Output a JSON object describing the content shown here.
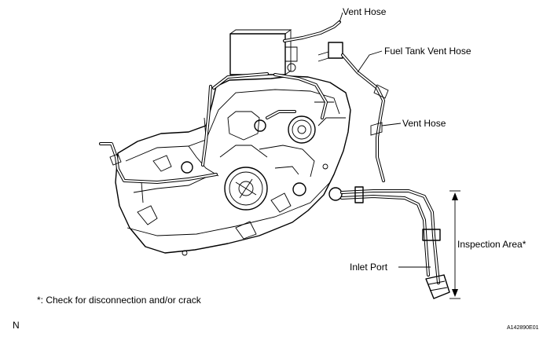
{
  "labels": {
    "vent_hose_top": "Vent Hose",
    "fuel_tank_vent_hose": "Fuel Tank Vent Hose",
    "vent_hose_right": "Vent Hose",
    "inspection_area": "Inspection Area*",
    "inlet_port": "Inlet Port"
  },
  "footnote": "*: Check for disconnection and/or crack",
  "corner_letter": "N",
  "figure_code": "A142890E01"
}
